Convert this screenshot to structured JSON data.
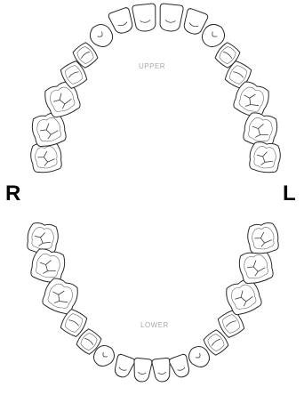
{
  "labels": {
    "right": "R",
    "left": "L",
    "upper": "UPPER",
    "lower": "LOWER"
  },
  "colors": {
    "outline": "#2a2a2a",
    "label": "#000000",
    "arch_label": "#a8a8a8",
    "background": "#ffffff"
  }
}
